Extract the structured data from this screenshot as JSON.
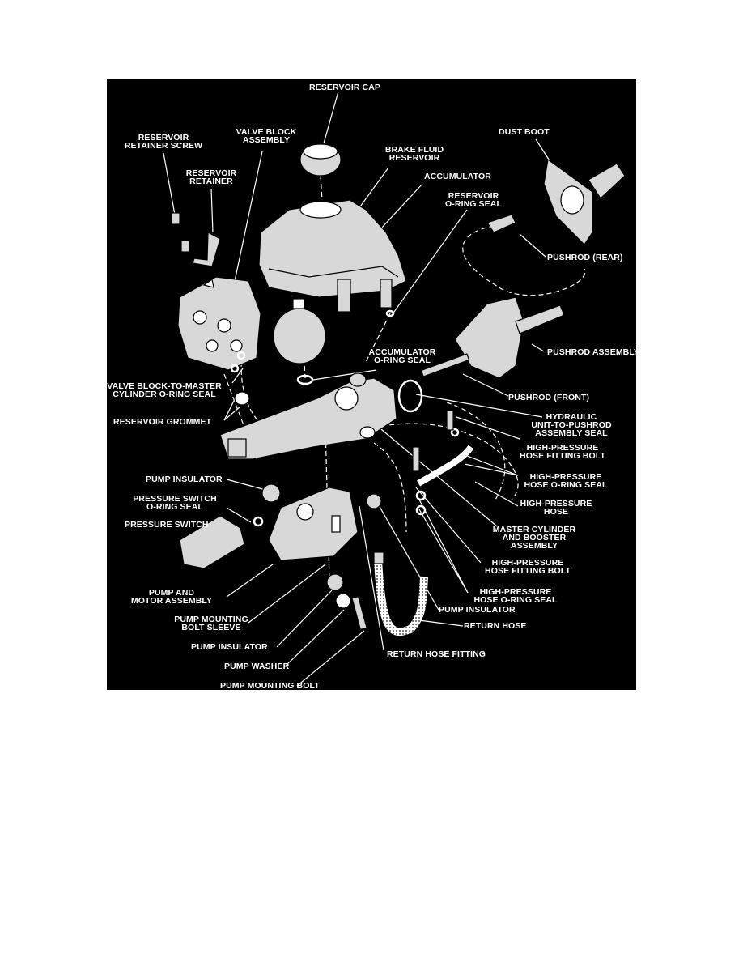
{
  "colors": {
    "page_bg": "#ffffff",
    "diagram_bg": "#000000",
    "ink": "#ffffff",
    "part_fill": "#d8d8d8"
  },
  "labels": {
    "reservoir_cap": [
      "RESERVOIR CAP"
    ],
    "reservoir_retainer_screw": [
      "RESERVOIR",
      "RETAINER SCREW"
    ],
    "valve_block_assembly": [
      "VALVE BLOCK",
      "ASSEMBLY"
    ],
    "brake_fluid_reservoir": [
      "BRAKE FLUID",
      "RESERVOIR"
    ],
    "dust_boot": [
      "DUST BOOT"
    ],
    "reservoir_retainer": [
      "RESERVOIR",
      "RETAINER"
    ],
    "accumulator": [
      "ACCUMULATOR"
    ],
    "reservoir_o_ring_seal": [
      "RESERVOIR",
      "O-RING SEAL"
    ],
    "pushrod_rear": [
      "PUSHROD  (REAR)"
    ],
    "pushrod_assembly": [
      "PUSHROD ASSEMBLY"
    ],
    "accumulator_o_ring_seal": [
      "ACCUMULATOR",
      "O-RING SEAL"
    ],
    "valve_block_to_master_seal": [
      "VALVE BLOCK-TO-MASTER",
      "CYLINDER O-RING SEAL"
    ],
    "pushrod_front": [
      "PUSHROD (FRONT)"
    ],
    "reservoir_grommet": [
      "RESERVOIR GROMMET"
    ],
    "hydraulic_unit_to_pushrod_seal": [
      "HYDRAULIC",
      "UNIT-TO-PUSHROD",
      "ASSEMBLY SEAL"
    ],
    "high_pressure_hose_fitting_bolt_1": [
      "HIGH-PRESSURE",
      "HOSE FITTING BOLT"
    ],
    "pump_insulator_1": [
      "PUMP INSULATOR"
    ],
    "high_pressure_hose_o_ring_seal_1": [
      "HIGH-PRESSURE",
      "HOSE O-RING SEAL"
    ],
    "pressure_switch_o_ring_seal": [
      "PRESSURE SWITCH",
      "O-RING SEAL"
    ],
    "high_pressure_hose": [
      "HIGH-PRESSURE",
      "HOSE"
    ],
    "pressure_switch": [
      "PRESSURE SWITCH"
    ],
    "master_cylinder_booster_assembly": [
      "MASTER CYLINDER",
      "AND BOOSTER",
      "ASSEMBLY"
    ],
    "high_pressure_hose_fitting_bolt_2": [
      "HIGH-PRESSURE",
      "HOSE FITTING BOLT"
    ],
    "pump_and_motor_assembly": [
      "PUMP AND",
      "MOTOR ASSEMBLY"
    ],
    "high_pressure_hose_o_ring_seal_2": [
      "HIGH-PRESSURE",
      "HOSE O-RING SEAL"
    ],
    "pump_insulator_2": [
      "PUMP INSULATOR"
    ],
    "pump_mounting_bolt_sleeve": [
      "PUMP MOUNTING",
      "BOLT SLEEVE"
    ],
    "return_hose": [
      "RETURN HOSE"
    ],
    "pump_insulator_3": [
      "PUMP INSULATOR"
    ],
    "return_hose_fitting": [
      "RETURN HOSE FITTING"
    ],
    "pump_washer": [
      "PUMP WASHER"
    ],
    "pump_mounting_bolt": [
      "PUMP MOUNTING BOLT"
    ]
  }
}
